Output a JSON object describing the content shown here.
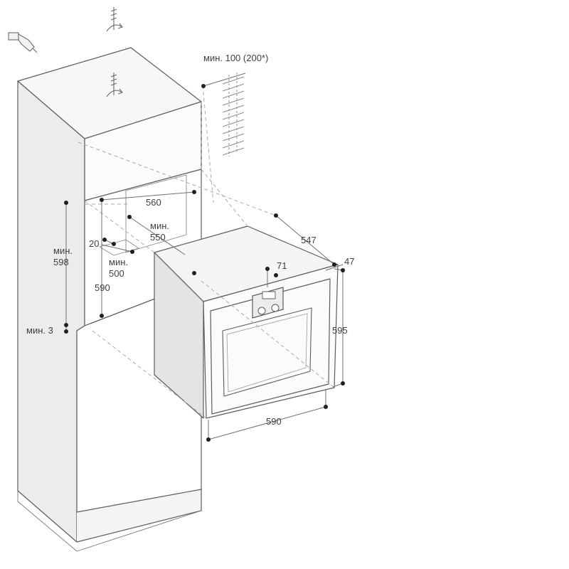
{
  "colors": {
    "line": "#5c5c5c",
    "dim_line": "#6f6f6f",
    "dash": "#a9a9a9",
    "dot": "#1f1f1f",
    "text": "#3f3f3f",
    "hatch": "#8c8c8c"
  },
  "icons": {
    "drill": "drill-icon",
    "anchor_top": "wall-anchor-icon",
    "anchor_cabinet": "wall-anchor-icon",
    "ventilation": "ventilation-hatch"
  },
  "labels": {
    "vent_gap": "мин. 100 (200*)",
    "niche_width": "560",
    "niche_depth_min_label": "мин.",
    "niche_depth_min_value": "550",
    "gap_20": "20",
    "shelf_depth_min_label": "мин.",
    "shelf_depth_min_value": "500",
    "niche_height_min_label": "мин.",
    "niche_height_min_value": "598",
    "niche_height_590": "590",
    "bottom_gap": "мин. 3",
    "oven_depth": "547",
    "front_depth": "47",
    "control_panel": "71",
    "oven_height": "595",
    "oven_width": "590"
  }
}
